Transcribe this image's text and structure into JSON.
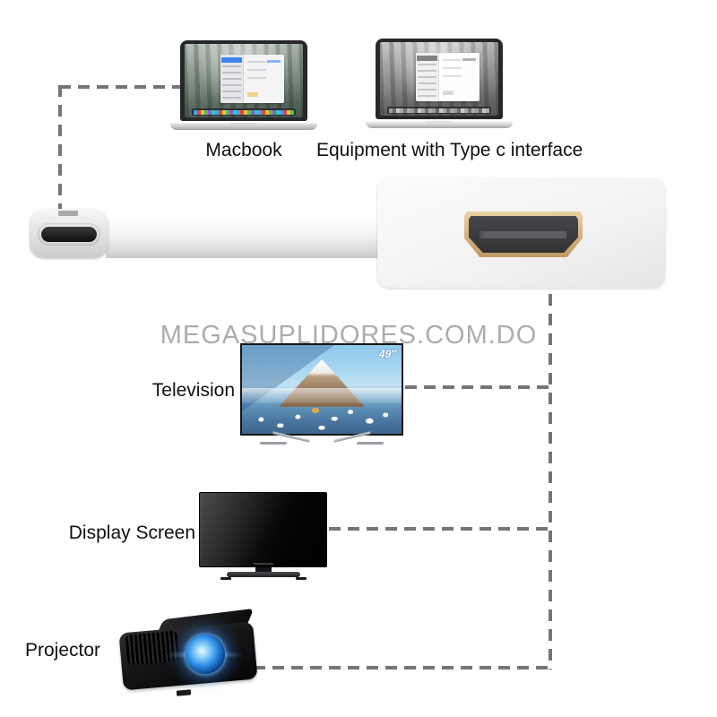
{
  "watermark": "MEGASUPLIDORES.COM.DO",
  "top_devices": [
    {
      "id": "macbook",
      "label": "Macbook"
    },
    {
      "id": "typec-equipment",
      "label": "Equipment with Type c interface"
    }
  ],
  "bottom_devices": [
    {
      "id": "television",
      "label": "Television",
      "size_badge": "49″"
    },
    {
      "id": "display-screen",
      "label": "Display Screen"
    },
    {
      "id": "projector",
      "label": "Projector"
    }
  ],
  "adapter": {
    "type": "USB Type-C to HDMI adapter",
    "ports": [
      "usb-c-plug",
      "hdmi-female-port"
    ]
  },
  "colors": {
    "background": "#ffffff",
    "dash_line": "#757575",
    "watermark_gray": "#acacac",
    "hdmi_gold": "#d3af7d",
    "projector_lens_blue": "#2f8fe8",
    "label_text": "#101010"
  }
}
